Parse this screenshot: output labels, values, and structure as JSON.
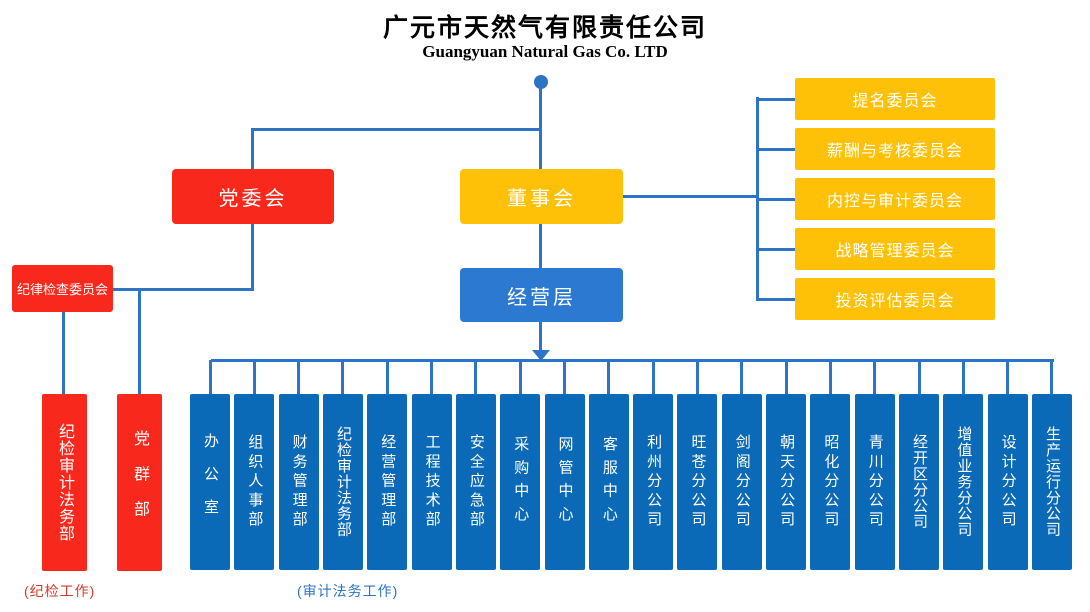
{
  "title": {
    "zh": "广元市天然气有限责任公司",
    "en": "Guangyuan Natural Gas Co. LTD"
  },
  "colors": {
    "red": "#f8281c",
    "yellow": "#ffc107",
    "blue_mid": "#2b79d1",
    "blue_deep": "#0b6ab7",
    "line": "#2e74c6",
    "note_red": "#d53a2f",
    "note_blue": "#2e74c6"
  },
  "nodes": {
    "party_committee": "党委会",
    "board": "董事会",
    "management": "经营层",
    "discipline_committee": "纪律检查委员会"
  },
  "board_committees": [
    "提名委员会",
    "薪酬与考核委员会",
    "内控与审计委员会",
    "战略管理委员会",
    "投资评估委员会"
  ],
  "party_departments": [
    "纪检审计法务部",
    "党群部"
  ],
  "departments": [
    "办公室",
    "组织人事部",
    "财务管理部",
    "纪检审计法务部",
    "经营管理部",
    "工程技术部",
    "安全应急部",
    "采购中心",
    "网管中心",
    "客服中心",
    "利州分公司",
    "旺苍分公司",
    "剑阁分公司",
    "朝天分公司",
    "昭化分公司",
    "青川分公司",
    "经开区分公司",
    "增值业务分公司",
    "设计分公司",
    "生产运行分公司"
  ],
  "notes": {
    "discipline": "(纪检工作)",
    "audit_legal": "(审计法务工作)"
  }
}
